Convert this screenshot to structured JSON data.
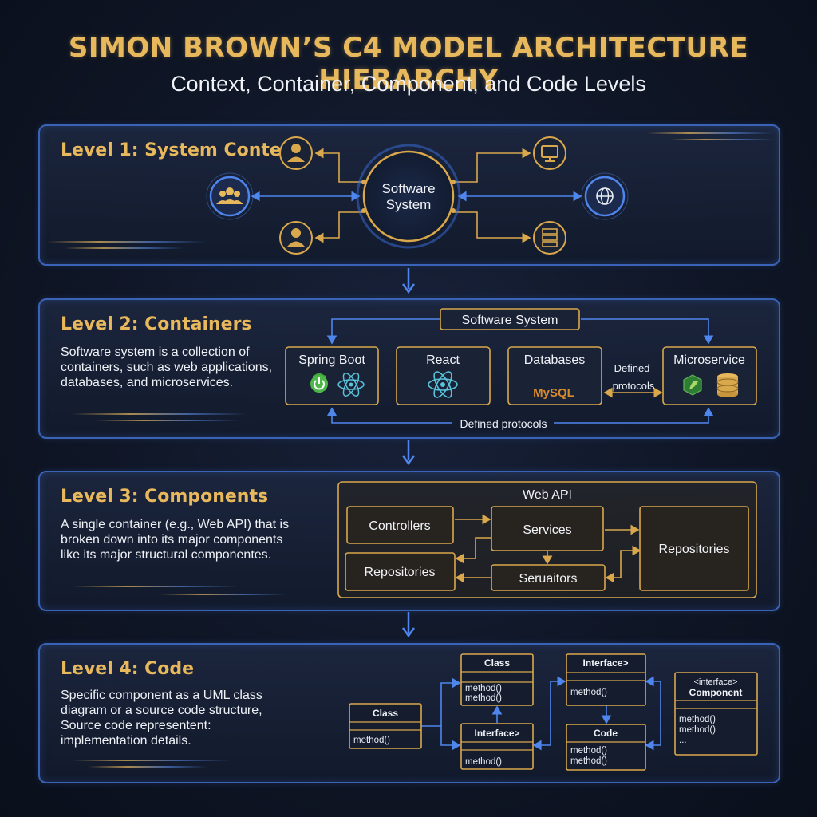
{
  "header": {
    "title": "SIMON BROWN’S C4 MODEL ARCHITECTURE HIERARCHY",
    "subtitle": "Context, Container, Component, and Code Levels"
  },
  "level1": {
    "title": "Level 1: System Context",
    "center_label_line1": "Software",
    "center_label_line2": "System",
    "icons": [
      "user-icon",
      "users-group-icon",
      "user-icon",
      "monitor-icon",
      "globe-icon",
      "server-icon"
    ]
  },
  "level2": {
    "title": "Level 2: Containers",
    "description": "Software system is a collection of containers, such as web applications, databases, and microservices.",
    "system_label": "Software System",
    "containers": {
      "spring": "Spring Boot",
      "react": "React",
      "databases": "Databases",
      "mysql_logo": "MySQL",
      "microservice": "Microservice"
    },
    "protocols_label_line1": "Defined",
    "protocols_label_line2": "protocols",
    "bottom_protocols_label": "Defined protocols"
  },
  "level3": {
    "title": "Level 3: Components",
    "description": "A single container (e.g., Web API) that is broken down into its major components like its major structural componentes.",
    "container_label": "Web API",
    "components": {
      "controllers": "Controllers",
      "services": "Services",
      "repositories_left": "Repositories",
      "serviators": "Seruaitors",
      "repositories_right": "Repositories"
    }
  },
  "level4": {
    "title": "Level 4: Code",
    "description": "Specific component as a UML class diagram or a source code structure, Source code representent: implementation details.",
    "classes": {
      "class_left": {
        "name": "Class",
        "methods": [
          "method()"
        ]
      },
      "class_top": {
        "name": "Class",
        "methods": [
          "method()",
          "method()"
        ]
      },
      "interface_bottom": {
        "name": "Interface>",
        "methods": [
          "method()"
        ]
      },
      "interface_top": {
        "name": "Interface>",
        "methods": [
          "method()"
        ]
      },
      "code": {
        "name": "Code",
        "methods": [
          "method()",
          "method()"
        ]
      },
      "component": {
        "stereotype": "<interface>",
        "name": "Component",
        "methods": [
          "method()",
          "method()",
          "..."
        ]
      }
    }
  },
  "colors": {
    "accent_gold": "#e8b85c",
    "accent_blue": "#3a63b8",
    "background": "#0f1626"
  }
}
